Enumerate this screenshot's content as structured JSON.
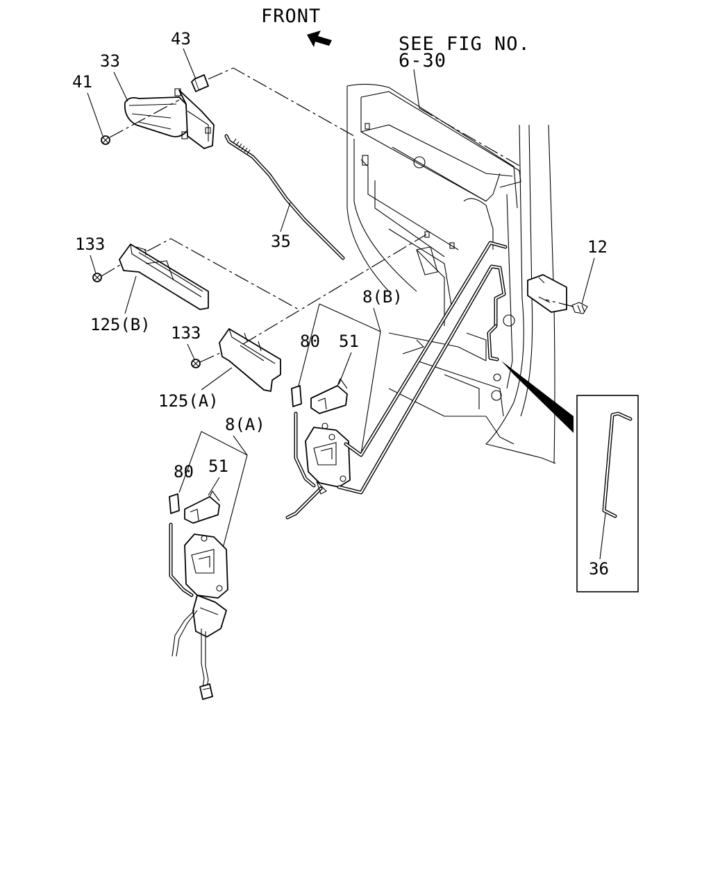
{
  "header": {
    "front_label": "FRONT",
    "see_fig_line1": "SEE FIG NO.",
    "see_fig_line2": "6-30"
  },
  "callouts": {
    "p43": "43",
    "p33": "33",
    "p41": "41",
    "p35": "35",
    "p133a": "133",
    "p125b": "125(B)",
    "p133b": "133",
    "p125a": "125(A)",
    "p8b": "8(B)",
    "p80b": "80",
    "p51b": "51",
    "p8a": "8(A)",
    "p80a": "80",
    "p51a": "51",
    "p12": "12",
    "p36": "36"
  }
}
